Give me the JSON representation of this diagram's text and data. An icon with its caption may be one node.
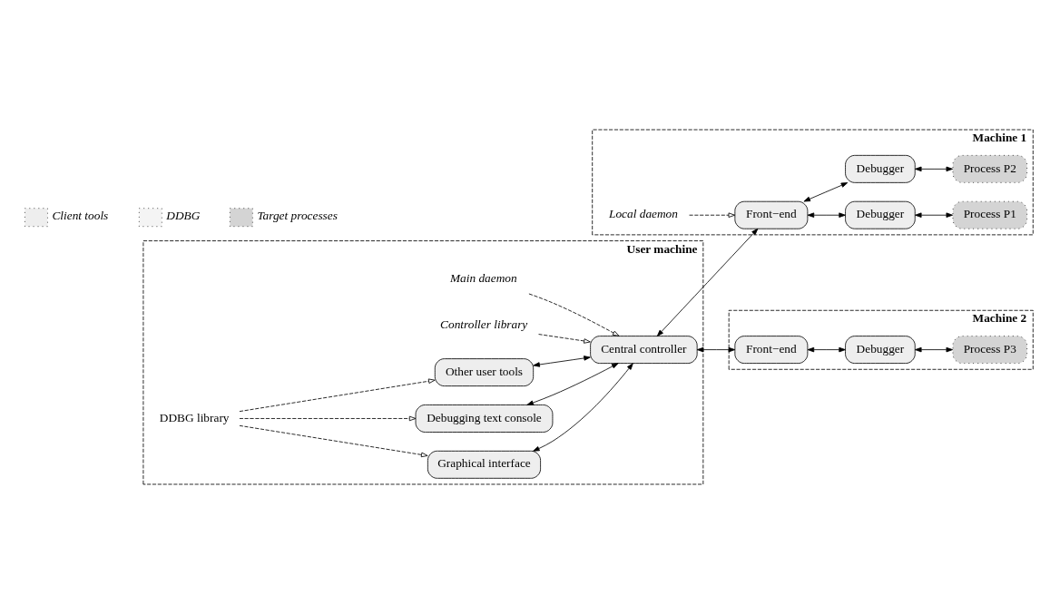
{
  "diagram": {
    "nodes": [
      {
        "text": [
          "User machine"
        ]
      },
      {
        "text": [
          "Graphical interface"
        ],
        "in": 0
      },
      {
        "text": [
          "Central controller"
        ],
        "in": 0
      },
      {
        "text": [
          "Debugging text console"
        ],
        "in": 0
      },
      {
        "text": [
          "Other user tools"
        ],
        "in": 0
      },
      {
        "text": [
          "Machine 1"
        ]
      },
      {
        "text": [
          "Debugger"
        ],
        "in": 5
      },
      {
        "text": [
          "Front−end"
        ],
        "in": 5
      },
      {
        "text": [
          "Debugger"
        ],
        "in": 5
      },
      {
        "text": [
          "Process P1"
        ],
        "in": 5
      },
      {
        "text": [
          "Process P2"
        ],
        "in": 5
      },
      {
        "text": [
          "Machine 2"
        ]
      },
      {
        "text": [
          "Front−end"
        ],
        "in": 11
      },
      {
        "text": [
          "Debugger"
        ],
        "in": 11
      },
      {
        "text": [
          "Process P3"
        ],
        "in": 11
      },
      {
        "text": [
          "Main daemon"
        ],
        "in": 0
      },
      {
        "text": [
          "Controller library"
        ],
        "in": 0
      },
      {
        "text": [
          "Local daemon"
        ],
        "in": 5
      },
      {
        "text": [
          "DDBG library"
        ],
        "in": 0
      }
    ],
    "edges": [
      {
        "from": 1,
        "to": 2,
        "arrow": "both"
      },
      {
        "from": 3,
        "to": 2,
        "arrow": "both"
      },
      {
        "from": 4,
        "to": 2,
        "arrow": "both"
      },
      {
        "from": 2,
        "to": 7,
        "arrow": "both"
      },
      {
        "from": 2,
        "to": 12,
        "arrow": "both"
      },
      {
        "from": 7,
        "to": 6,
        "arrow": "both"
      },
      {
        "from": 7,
        "to": 8,
        "arrow": "both"
      },
      {
        "from": 6,
        "to": 9,
        "arrow": "both"
      },
      {
        "from": 8,
        "to": 10,
        "arrow": "both"
      },
      {
        "from": 12,
        "to": 13,
        "arrow": "both"
      },
      {
        "from": 13,
        "to": 14,
        "arrow": "both"
      },
      {
        "from": 15,
        "to": 2,
        "arrow": "to",
        "style": "dashed"
      },
      {
        "from": 16,
        "to": 2,
        "arrow": "to",
        "style": "dashed"
      },
      {
        "from": 17,
        "to": 7,
        "arrow": "to",
        "style": "dashed"
      },
      {
        "from": 18,
        "to": 1,
        "arrow": "to",
        "style": "dashed"
      },
      {
        "from": 18,
        "to": 3,
        "arrow": "to",
        "style": "dashed"
      },
      {
        "from": 18,
        "to": 4,
        "arrow": "to",
        "style": "dashed"
      }
    ],
    "legend": [
      {
        "text": "Client tools",
        "color": "#eeeeee"
      },
      {
        "text": "DDBG",
        "color": "#f4f4f4"
      },
      {
        "text": "Target processes",
        "color": "#d4d4d4"
      }
    ]
  }
}
